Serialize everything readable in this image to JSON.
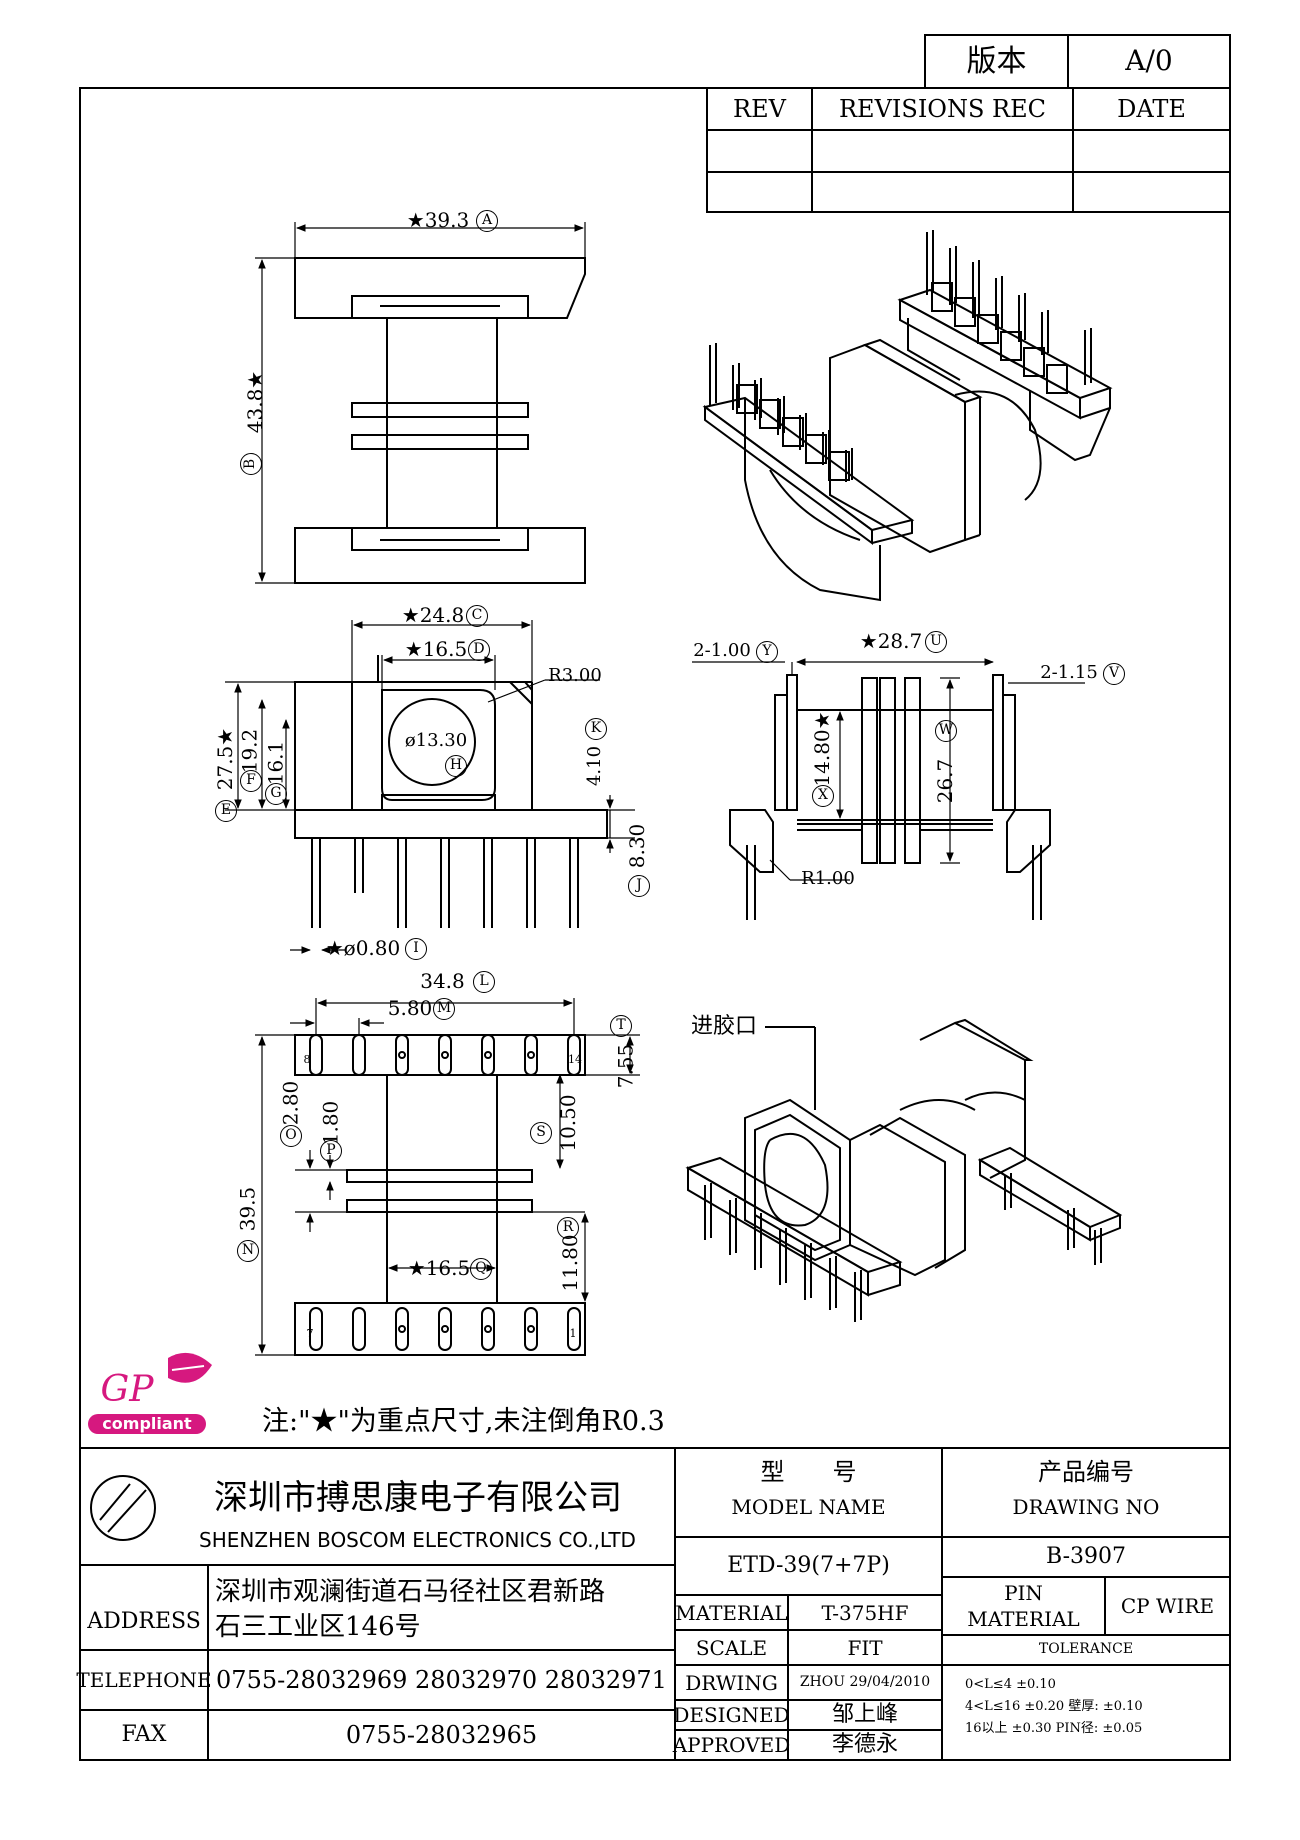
{
  "version": {
    "label": "版本",
    "value": "A/0"
  },
  "revision_table": {
    "headers": [
      "REV",
      "REVISIONS REC",
      "DATE"
    ]
  },
  "dims": {
    "A": "★39.3",
    "B": "43.8★",
    "C": "★24.8",
    "D": "★16.5",
    "R3": "R3.00",
    "H": "ø13.30",
    "K": "4.10",
    "E": "27.5★",
    "F": "19.2",
    "G": "16.1",
    "J": "8.30",
    "I": "★ø0.80",
    "Y": "2-1.00",
    "U": "★28.7",
    "V": "2-1.15",
    "X": "14.80★",
    "W": "26.7",
    "R1": "R1.00",
    "L": "34.8",
    "M": "5.80",
    "T": "7.55",
    "O": "2.80",
    "P": "1.80",
    "S": "10.50",
    "N": "39.5",
    "Q": "★16.5",
    "R": "11.80"
  },
  "circle_letters": [
    "A",
    "B",
    "C",
    "D",
    "H",
    "K",
    "E",
    "F",
    "G",
    "J",
    "I",
    "Y",
    "U",
    "V",
    "X",
    "W",
    "L",
    "M",
    "T",
    "O",
    "P",
    "S",
    "N",
    "Q",
    "R"
  ],
  "pin_numbers": {
    "top_left": "8",
    "top_right": "14",
    "bottom_left": "7",
    "bottom_right": "1"
  },
  "gate_label": "进胶口",
  "note": "注:\"★\"为重点尺寸,未注倒角R0.3",
  "logo": {
    "gp": "GP",
    "compliant": "compliant"
  },
  "company": {
    "name_cn": "深圳市搏思康电子有限公司",
    "name_en": "SHENZHEN BOSCOM ELECTRONICS CO.,LTD"
  },
  "address": {
    "label": "ADDRESS",
    "line1": "深圳市观澜街道石马径社区君新路",
    "line2": "石三工业区146号"
  },
  "telephone": {
    "label": "TELEPHONE",
    "value": "0755-28032969 28032970 28032971"
  },
  "fax": {
    "label": "FAX",
    "value": "0755-28032965"
  },
  "model": {
    "label_cn": "型　　号",
    "label_en": "MODEL NAME",
    "value": "ETD-39(7+7P)"
  },
  "drawing": {
    "label_cn": "产品编号",
    "label_en": "DRAWING NO",
    "value": "B-3907"
  },
  "material": {
    "label": "MATERIAL",
    "value": "T-375HF"
  },
  "scale": {
    "label": "SCALE",
    "value": "FIT"
  },
  "drwing": {
    "label": "DRWING",
    "value": "ZHOU 29/04/2010"
  },
  "designed": {
    "label": "DESIGNED",
    "value": "邹上峰"
  },
  "approved": {
    "label": "APPROVED",
    "value": "李德永"
  },
  "pin_material": {
    "label1": "PIN",
    "label2": "MATERIAL",
    "value": "CP WIRE"
  },
  "tolerance": {
    "label": "TOLERANCE",
    "row1": "0<L≤4  ±0.10",
    "row2": "4<L≤16  ±0.20   壁厚:  ±0.10",
    "row3": "16以上    ±0.30  PIN径: ±0.05"
  }
}
